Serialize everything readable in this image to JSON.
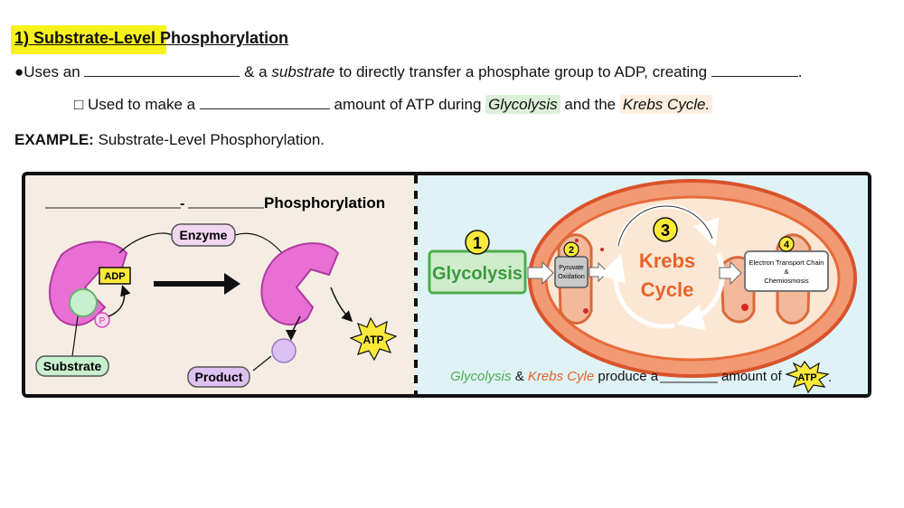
{
  "heading": {
    "title": "1) Substrate-Level Phosphorylation"
  },
  "bullet1": {
    "marker": "●",
    "prefix": "Uses an",
    "mid1": "& a",
    "substrate_word": "substrate",
    "mid2": "to directly transfer a phosphate group to ADP, creating",
    "suffix": "."
  },
  "bullet2": {
    "marker": "□",
    "prefix": "Used to make a",
    "mid": "amount of ATP during",
    "glycolysis": "Glycolysis",
    "and": "and the",
    "krebs": "Krebs Cycle",
    "suffix": "."
  },
  "example": {
    "label": "EXAMPLE:",
    "text": "Substrate-Level Phosphorylation."
  },
  "left_panel": {
    "title_dash": "-",
    "title_word": "Phosphorylation",
    "enzyme": "Enzyme",
    "adp": "ADP",
    "phosphate": "P",
    "substrate": "Substrate",
    "product": "Product",
    "atp": "ATP"
  },
  "right_panel": {
    "step1_num": "1",
    "glycolysis": "Glycolysis",
    "step2_num": "2",
    "pyruvate_line1": "Pyruvate",
    "pyruvate_line2": "Oxidation",
    "step3_num": "3",
    "krebs_line1": "Krebs",
    "krebs_line2": "Cycle",
    "step4_num": "4",
    "etc_line1": "Electron Transport Chain",
    "etc_line2": "&",
    "etc_line3": "Chemiosmosis",
    "bottom_glyco": "Glycolysis",
    "bottom_amp": "&",
    "bottom_krebs": "Krebs Cyle",
    "bottom_produce": "produce a",
    "bottom_amount": "amount of",
    "bottom_atp": "ATP",
    "bottom_period": "."
  },
  "colors": {
    "highlight": "#f7f21a",
    "enzyme_pink": "#e86fd3",
    "substrate_green": "#c7f0cf",
    "product_purple": "#ddc1f2",
    "atp_yellow": "#fbe93a",
    "glycolysis_green": "#4cae4c",
    "krebs_orange": "#e8642b",
    "right_bg": "#dff3f7",
    "left_bg": "#f5ede3"
  }
}
